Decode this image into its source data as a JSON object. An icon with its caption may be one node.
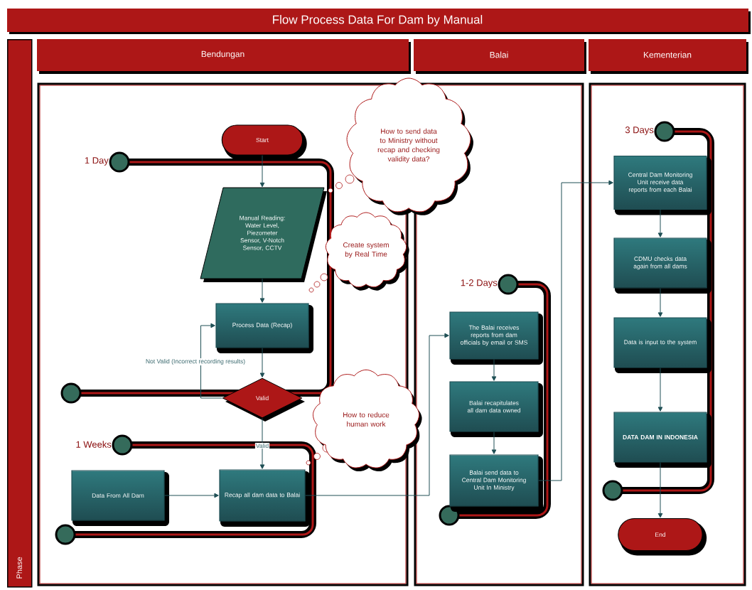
{
  "diagram": {
    "title": "Flow Process Data For Dam by Manual",
    "nodes": [
      {
        "text": [
          "Phase"
        ]
      },
      {
        "text": [
          "Bendungan"
        ]
      },
      {
        "text": [
          "Balai"
        ]
      },
      {
        "text": [
          "Kementerian"
        ]
      },
      {
        "text": [
          "Start"
        ],
        "in": 1
      },
      {
        "text": [
          "Manual Reading: Water Level, Piezometer Sensor, V-Notch Sensor, CCTV"
        ],
        "in": 1
      },
      {
        "text": [
          "Process Data (Recap)"
        ],
        "in": 1
      },
      {
        "text": [
          "Valid"
        ],
        "in": 1
      },
      {
        "text": [
          "Data From All Dam"
        ],
        "in": 1
      },
      {
        "text": [
          "Recap all dam data to Balai"
        ],
        "in": 1
      },
      {
        "text": [
          "The Balai receives reports from dam officials by email or SMS"
        ],
        "in": 2
      },
      {
        "text": [
          "Balai recapitulates all dam data owned"
        ],
        "in": 2
      },
      {
        "text": [
          "Balai send data to Central Dam Monitoring Unit In Ministry"
        ],
        "in": 2
      },
      {
        "text": [
          "Central Dam Monitoring Unit receive data reports from each Balai"
        ],
        "in": 3
      },
      {
        "text": [
          "CDMU checks data again from all dams"
        ],
        "in": 3
      },
      {
        "text": [
          "Data is input to the system"
        ],
        "in": 3
      },
      {
        "text": [
          "DATA DAM IN INDONESIA"
        ],
        "in": 3
      },
      {
        "text": [
          "End"
        ],
        "in": 3
      },
      {
        "text": [
          "How to send data to Ministry without recap and checking validity data?"
        ]
      },
      {
        "text": [
          "Create system by Real Time"
        ],
        "in": 1
      },
      {
        "text": [
          "How to reduce human work"
        ]
      }
    ],
    "edges": [
      {
        "from": 4,
        "to": 5,
        "arrow": "to"
      },
      {
        "from": 5,
        "to": 6,
        "arrow": "to"
      },
      {
        "from": 6,
        "to": 7,
        "arrow": "to"
      },
      {
        "from": 7,
        "to": 6,
        "arrow": "to",
        "label": "Not Valid (Incorrect recording results)"
      },
      {
        "from": 7,
        "to": 9,
        "arrow": "to",
        "label": "Valid"
      },
      {
        "from": 8,
        "to": 9,
        "arrow": "to"
      },
      {
        "from": 9,
        "to": 10,
        "arrow": "to"
      },
      {
        "from": 10,
        "to": 11,
        "arrow": "to"
      },
      {
        "from": 11,
        "to": 12,
        "arrow": "to"
      },
      {
        "from": 12,
        "to": 13,
        "arrow": "to"
      },
      {
        "from": 13,
        "to": 14,
        "arrow": "to"
      },
      {
        "from": 14,
        "to": 15,
        "arrow": "to"
      },
      {
        "from": 15,
        "to": 16,
        "arrow": "to"
      },
      {
        "from": 16,
        "to": 17,
        "arrow": "to"
      }
    ],
    "labels": [
      "1 Day",
      "1 Weeks",
      "1-2 Days",
      "3 Days"
    ]
  }
}
